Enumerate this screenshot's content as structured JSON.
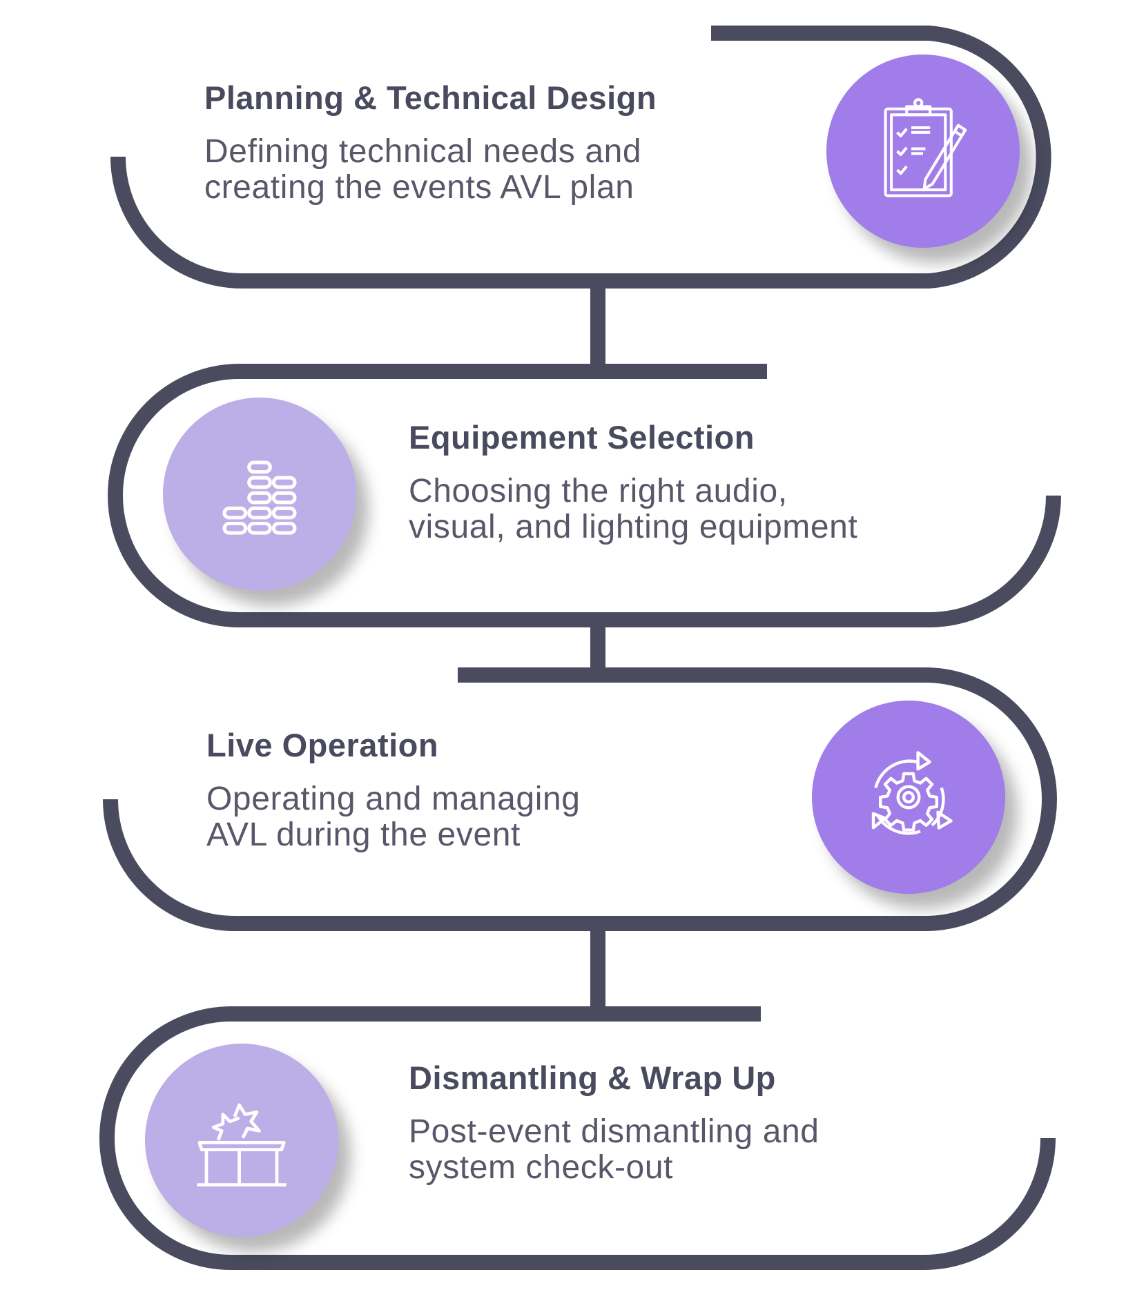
{
  "steps": [
    {
      "title": "Planning & Technical Design",
      "desc_line1": "Defining technical needs and",
      "desc_line2": "creating the events AVL plan",
      "icon": "clipboard-checklist-icon"
    },
    {
      "title": "Equipement Selection",
      "desc_line1": "Choosing the right audio,",
      "desc_line2": "visual, and lighting equipment",
      "icon": "equalizer-icon"
    },
    {
      "title": "Live Operation",
      "desc_line1": "Operating and managing",
      "desc_line2": "AVL during the event",
      "icon": "gear-cycle-icon"
    },
    {
      "title": "Dismantling & Wrap Up",
      "desc_line1": "Post-event dismantling and",
      "desc_line2": "system check-out",
      "icon": "open-box-icon"
    }
  ],
  "colors": {
    "line": "#4a4b5f",
    "circle_dark": "#a07de9",
    "circle_light": "#bcaee6",
    "text": "#494a5d"
  }
}
